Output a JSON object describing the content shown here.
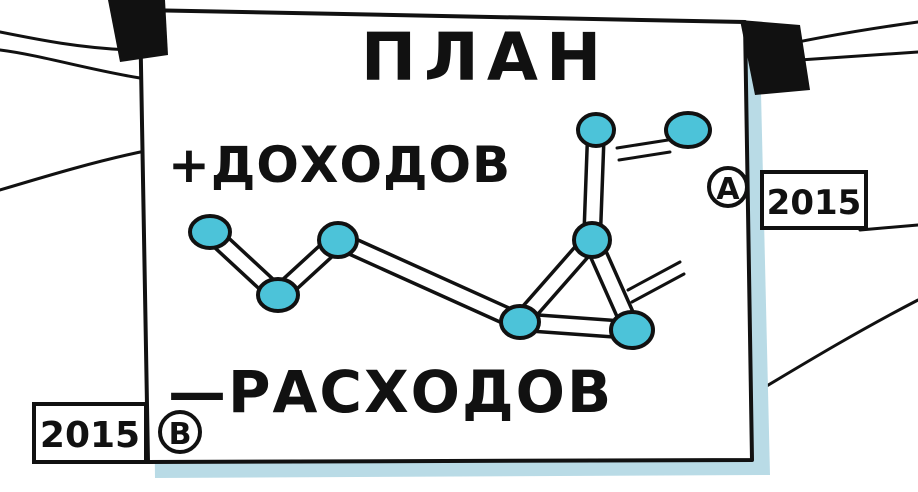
{
  "title": "ПЛАН",
  "income_label": "+ДОХОДОВ",
  "expense_label": "—РАСХОДОВ",
  "badge_a": {
    "letter": "A",
    "year": "2015"
  },
  "badge_b": {
    "letter": "B",
    "year": "2015"
  },
  "colors": {
    "ink": "#111111",
    "node": "#4cc3d9",
    "shadow": "#b9dbe6",
    "paper": "#ffffff"
  }
}
